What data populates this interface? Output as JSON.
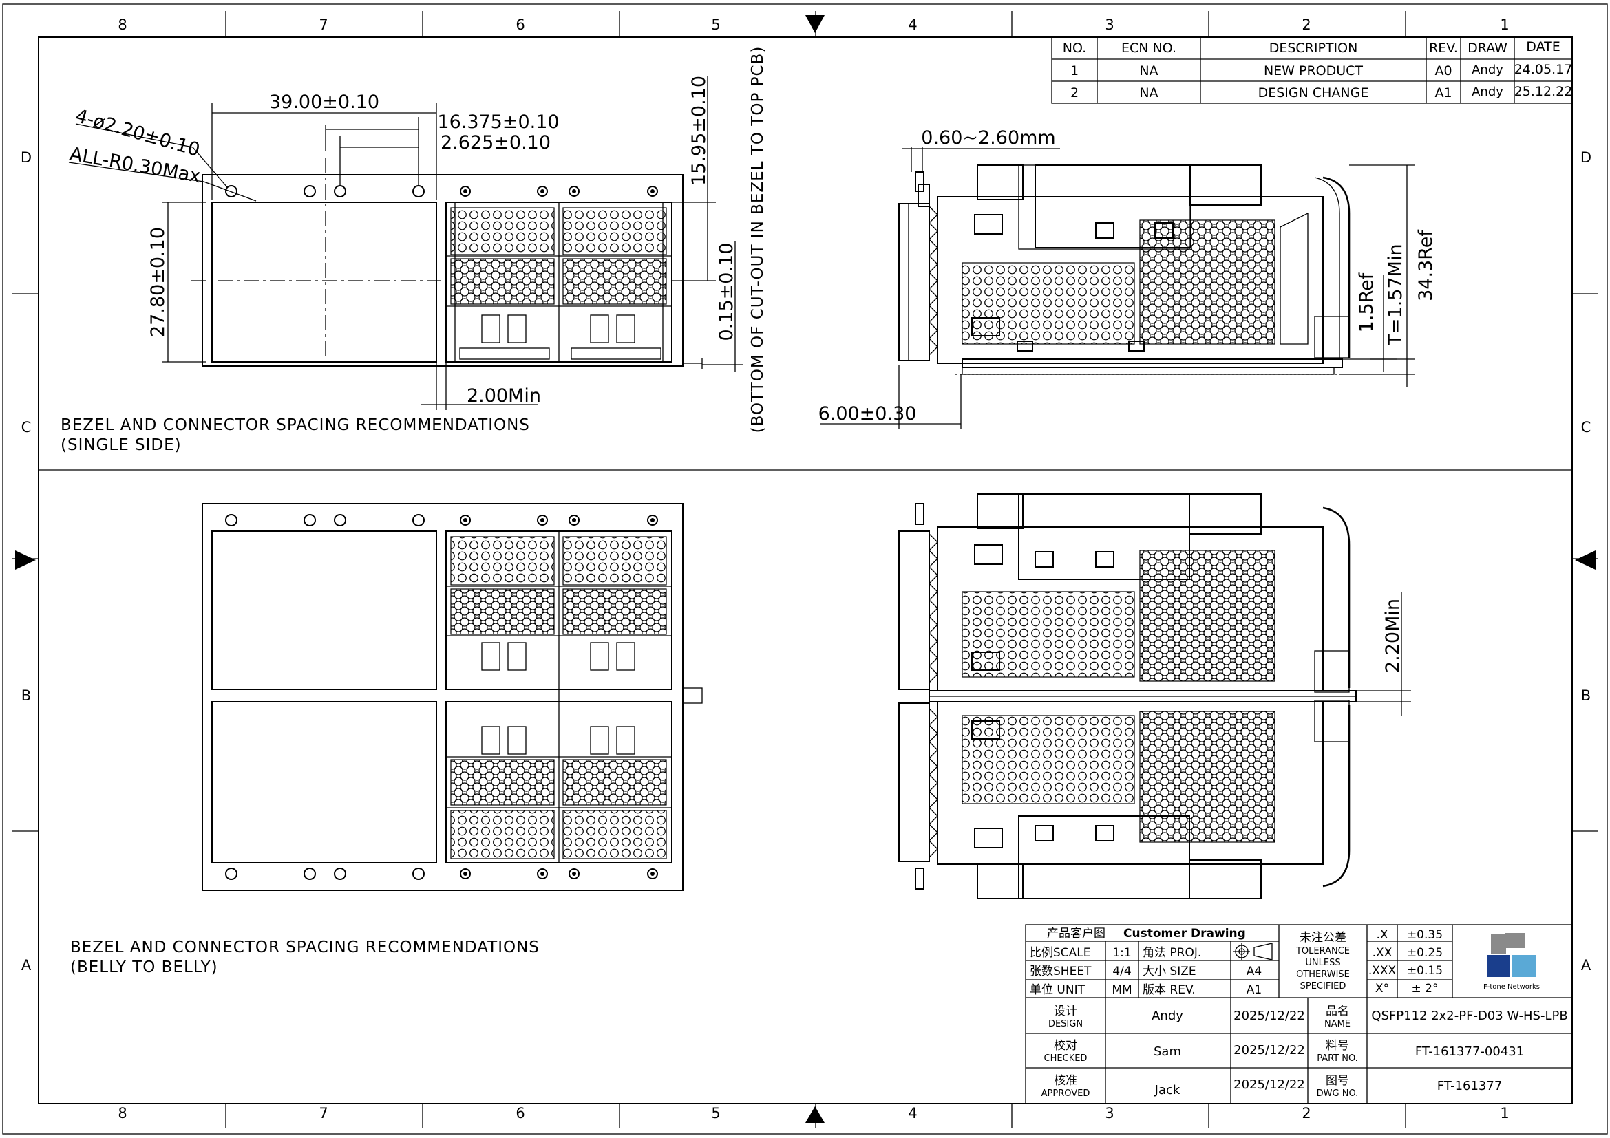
{
  "zones": {
    "columns": [
      "8",
      "7",
      "6",
      "5",
      "4",
      "3",
      "2",
      "1"
    ],
    "rows": [
      "D",
      "C",
      "B",
      "A"
    ]
  },
  "revision_table": {
    "headers": [
      "NO.",
      "ECN NO.",
      "DESCRIPTION",
      "REV.",
      "DRAW",
      "DATE"
    ],
    "rows": [
      [
        "1",
        "NA",
        "NEW  PRODUCT",
        "A0",
        "Andy",
        "24.05.17"
      ],
      [
        "2",
        "NA",
        "DESIGN CHANGE",
        "A1",
        "Andy",
        "25.12.22"
      ]
    ]
  },
  "view_single": {
    "dims": {
      "width": "39.00±0.10",
      "hole_offset": "16.375±0.10",
      "pitch": "2.625±0.10",
      "holes": "4-ø2.20±0.10",
      "radius": "ALL-R0.30Max",
      "height": "27.80±0.10",
      "top": "15.95±0.10",
      "bottom": "0.15±0.10",
      "bottom_note": "(BOTTOM OF CUT-OUT IN BEZEL TO TOP PCB)",
      "gap": "2.00Min"
    },
    "caption": [
      "BEZEL AND CONNECTOR SPACING RECOMMENDATIONS",
      "(SINGLE SIDE)"
    ]
  },
  "side_single": {
    "dims": {
      "bezel": "0.60~2.60mm",
      "front": "6.00±0.30",
      "ref1": "1.5Ref",
      "pcb": "T=1.57Min",
      "ref2": "34.3Ref"
    }
  },
  "side_belly": {
    "dims": {
      "gap": "2.20Min"
    }
  },
  "view_belly": {
    "caption": [
      "BEZEL AND CONNECTOR SPACING RECOMMENDATIONS",
      "(BELLY TO BELLY)"
    ]
  },
  "title_block": {
    "header_cn": "产品客户图",
    "header_en": "Customer Drawing",
    "scale_label": "比例SCALE",
    "scale": "1:1",
    "proj_label": "角法 PROJ.",
    "sheet_label": "张数SHEET",
    "sheet": "4/4",
    "size_label": "大小 SIZE",
    "size": "A4",
    "unit_label": "单位 UNIT",
    "unit": "MM",
    "rev_label": "版本 REV.",
    "rev": "A1",
    "tol_cn": "未注公差",
    "tol_en": [
      "TOLERANCE",
      "UNLESS",
      "OTHERWISE",
      "SPECIFIED"
    ],
    "tolerances": [
      {
        "key": ".X",
        "val": "±0.35"
      },
      {
        "key": ".XX",
        "val": "±0.25"
      },
      {
        "key": ".XXX",
        "val": "±0.15"
      },
      {
        "key": "X°",
        "val": "±  2°"
      }
    ],
    "company": "F-tone Networks",
    "design_cn": "设计",
    "design_en": "DESIGN",
    "designer": "Andy",
    "design_date": "2025/12/22",
    "checked_cn": "校对",
    "checked_en": "CHECKED",
    "checker": "Sam",
    "checked_date": "2025/12/22",
    "approved_cn": "核准",
    "approved_en": "APPROVED",
    "approver": "Jack",
    "approved_date": "2025/12/22",
    "name_cn": "品名",
    "name_en": "NAME",
    "name": "QSFP112 2x2-PF-D03 W-HS-LPB",
    "part_cn": "料号",
    "part_en": "PART NO.",
    "part_no": "FT-161377-00431",
    "dwg_cn": "图号",
    "dwg_en": "DWG NO.",
    "dwg_no": "FT-161377"
  },
  "colors": {
    "line": "#000000",
    "logo_blue": "#1a3e8c",
    "logo_light": "#5aa9d6",
    "logo_grey": "#8a8a8a"
  }
}
